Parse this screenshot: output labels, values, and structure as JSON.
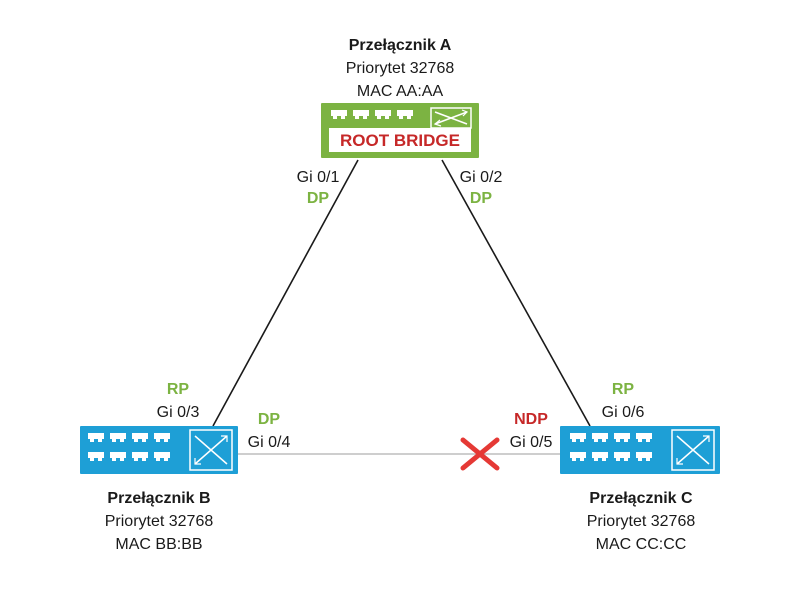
{
  "colors": {
    "root_switch": "#7cb342",
    "switch": "#1e9fd6",
    "port_designated": "#7cb342",
    "port_non_designated": "#c62828",
    "link_main": "#1a1a1a",
    "link_blocked": "#bdbdbd",
    "block_mark": "#e53935"
  },
  "switches": {
    "a": {
      "name": "Przełącznik A",
      "priority": "Priorytet 32768",
      "mac": "MAC AA:AA",
      "badge": "ROOT BRIDGE",
      "icon": "switch-icon"
    },
    "b": {
      "name": "Przełącznik B",
      "priority": "Priorytet 32768",
      "mac": "MAC BB:BB",
      "icon": "switch-icon"
    },
    "c": {
      "name": "Przełącznik C",
      "priority": "Priorytet 32768",
      "mac": "MAC CC:CC",
      "icon": "switch-icon"
    }
  },
  "ports": {
    "a_gi01": {
      "name": "Gi 0/1",
      "role": "DP"
    },
    "a_gi02": {
      "name": "Gi 0/2",
      "role": "DP"
    },
    "b_gi03": {
      "name": "Gi 0/3",
      "role": "RP"
    },
    "b_gi04": {
      "name": "Gi 0/4",
      "role": "DP"
    },
    "c_gi05": {
      "name": "Gi 0/5",
      "role": "NDP"
    },
    "c_gi06": {
      "name": "Gi 0/6",
      "role": "RP"
    }
  },
  "links": [
    {
      "from": "Gi 0/1",
      "to": "Gi 0/3",
      "state": "forwarding"
    },
    {
      "from": "Gi 0/2",
      "to": "Gi 0/6",
      "state": "forwarding"
    },
    {
      "from": "Gi 0/4",
      "to": "Gi 0/5",
      "state": "blocked",
      "mark": "blocked-x-icon"
    }
  ]
}
